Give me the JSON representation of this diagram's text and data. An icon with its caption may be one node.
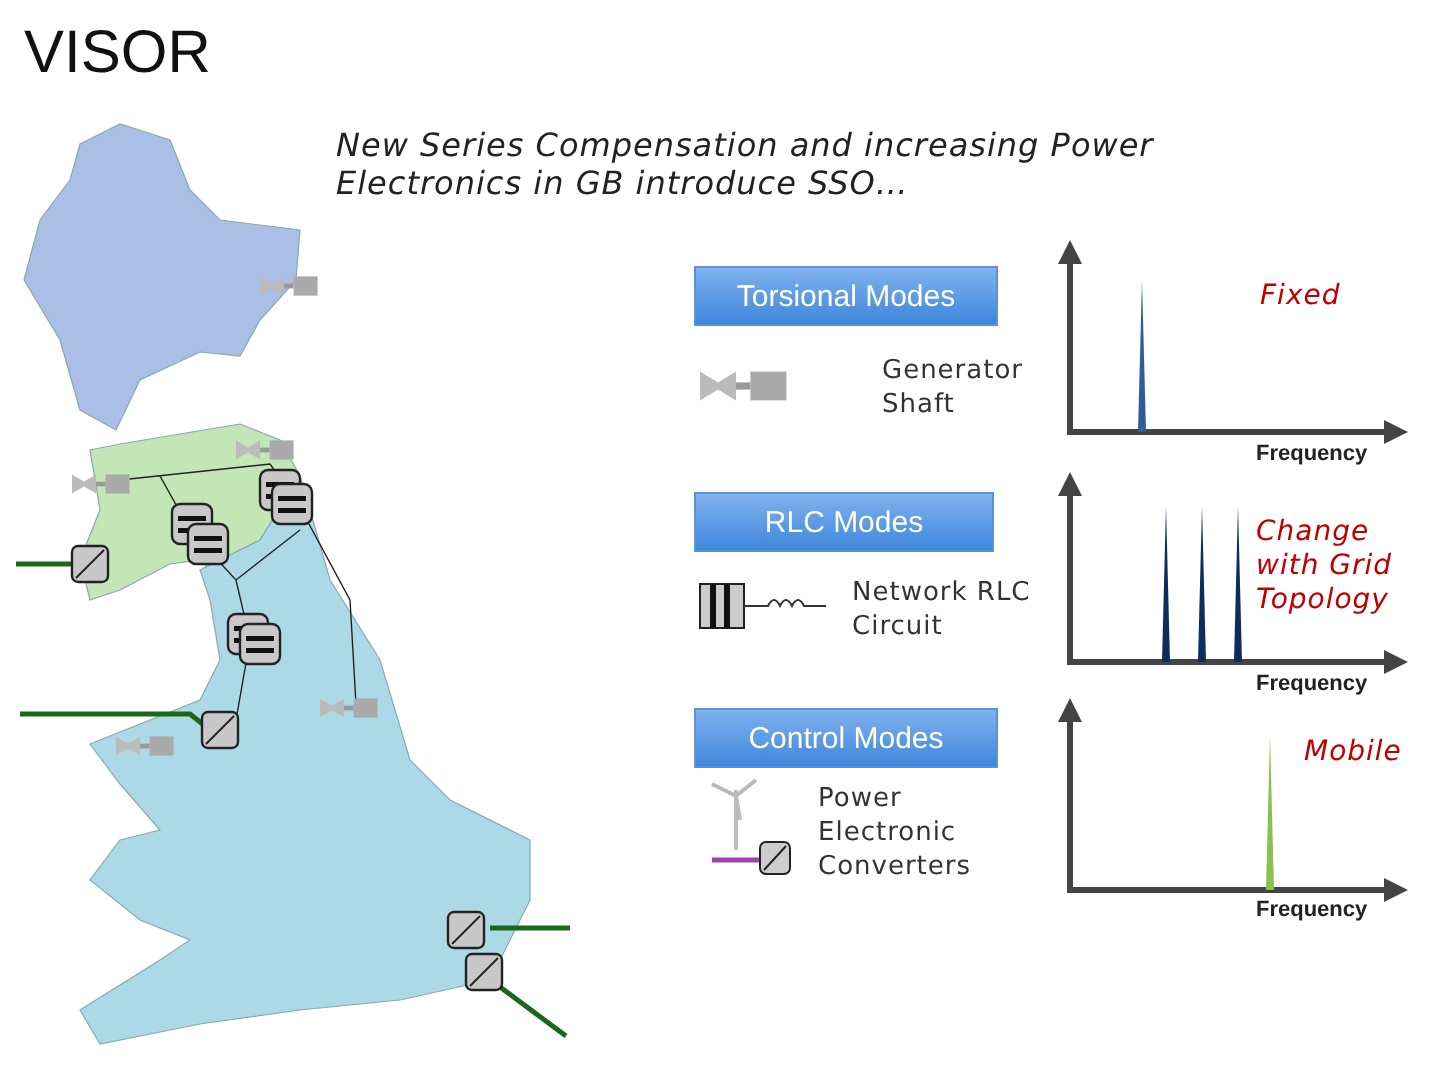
{
  "diagram": {
    "title": "VISOR",
    "nodes": [
      {
        "text": [
          "Torsional Modes"
        ]
      },
      {
        "text": [
          "RLC Modes"
        ]
      },
      {
        "text": [
          "Control Modes"
        ]
      }
    ],
    "edges": [],
    "labels": [
      "New Series Compensation and increasing Power Electronics in GB introduce SSO…",
      "Fixed",
      "Generator Shaft",
      "Frequency",
      "Change with Grid Topology",
      "Network RLC Circuit",
      "Frequency",
      "Power Electronic Converters",
      "Mobile",
      "Frequency"
    ]
  }
}
